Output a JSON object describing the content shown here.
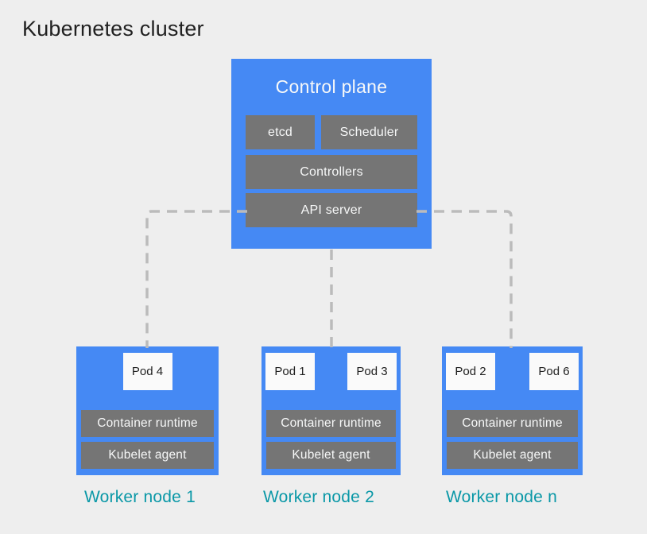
{
  "title": "Kubernetes cluster",
  "colors": {
    "background": "#eeeeee",
    "node_blue": "#4589f4",
    "component_gray": "#757575",
    "pod_white": "#fafafa",
    "connector_gray": "#bbbbbb",
    "label_teal": "#0a98a7",
    "dark_text": "#212121",
    "light_text": "#f7f8f8"
  },
  "control_plane": {
    "title": "Control plane",
    "components": [
      "etcd",
      "Scheduler",
      "Controllers",
      "API server"
    ]
  },
  "worker_nodes": [
    {
      "label": "Worker node 1",
      "pods": [
        "Pod 4"
      ],
      "components": [
        "Container runtime",
        "Kubelet agent"
      ]
    },
    {
      "label": "Worker node 2",
      "pods": [
        "Pod 1",
        "Pod 3"
      ],
      "components": [
        "Container runtime",
        "Kubelet agent"
      ]
    },
    {
      "label": "Worker node n",
      "pods": [
        "Pod 2",
        "Pod 6"
      ],
      "components": [
        "Container runtime",
        "Kubelet agent"
      ]
    }
  ]
}
